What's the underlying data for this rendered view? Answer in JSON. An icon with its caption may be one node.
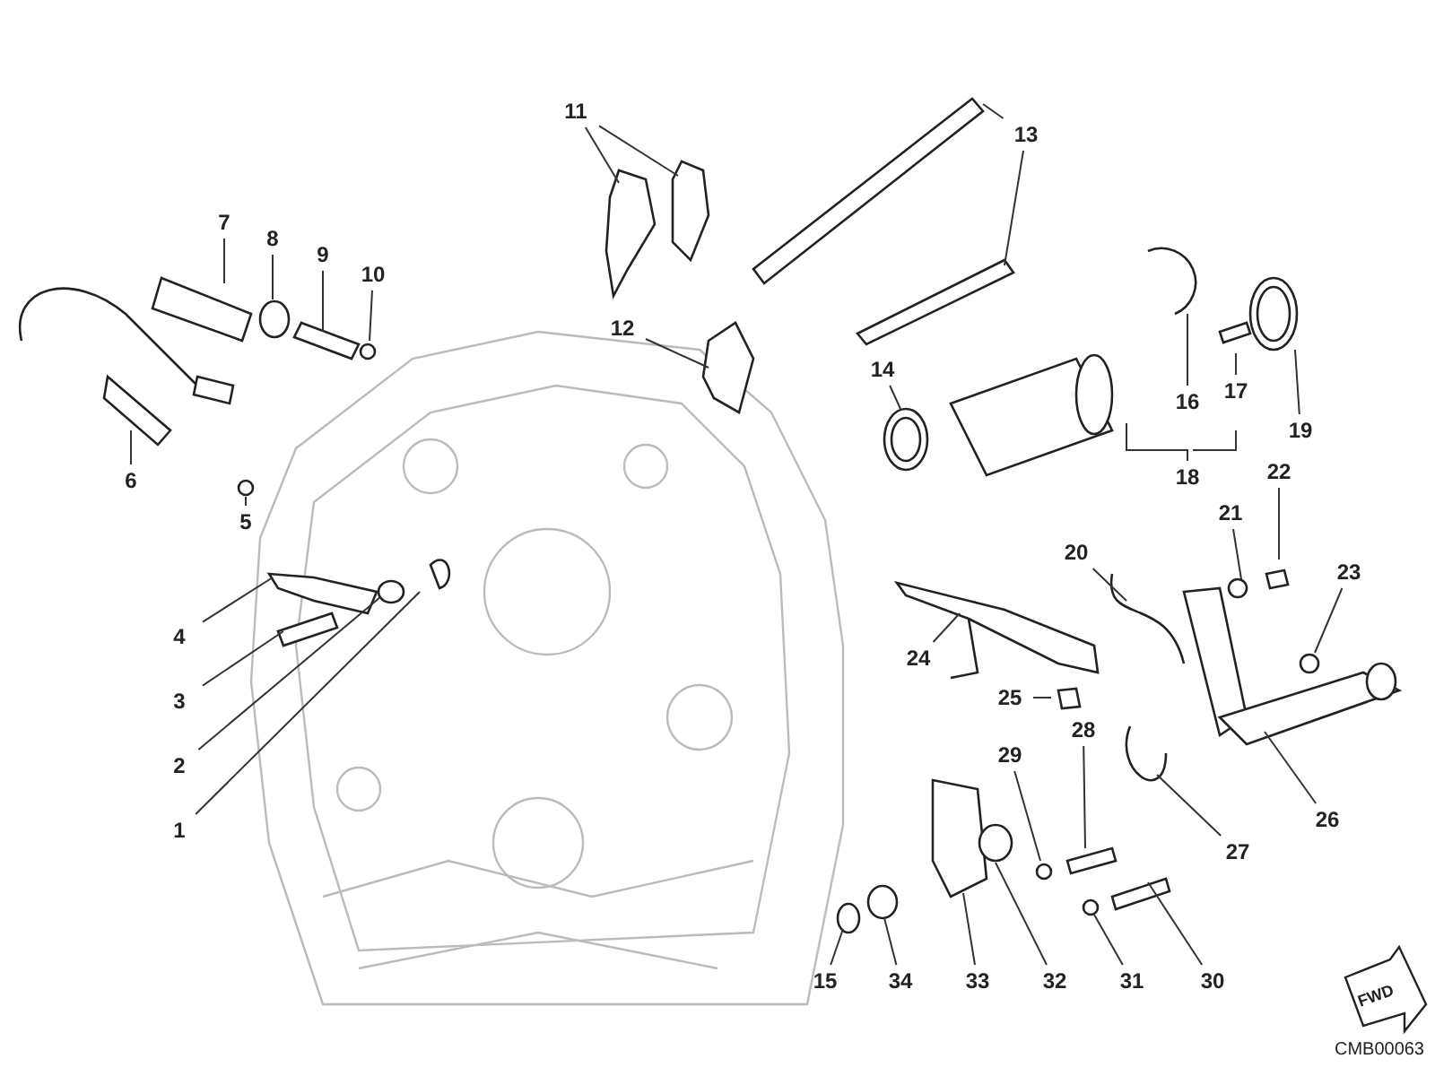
{
  "diagram": {
    "nodes": [
      {
        "text": [
          "11"
        ]
      },
      {
        "text": [
          "13"
        ]
      },
      {
        "text": [
          "7"
        ]
      },
      {
        "text": [
          "8"
        ]
      },
      {
        "text": [
          "9"
        ]
      },
      {
        "text": [
          "10"
        ]
      },
      {
        "text": [
          "12"
        ]
      },
      {
        "text": [
          "14"
        ]
      },
      {
        "text": [
          "16"
        ]
      },
      {
        "text": [
          "17"
        ]
      },
      {
        "text": [
          "19"
        ]
      },
      {
        "text": [
          "18"
        ]
      },
      {
        "text": [
          "6"
        ]
      },
      {
        "text": [
          "22"
        ]
      },
      {
        "text": [
          "21"
        ]
      },
      {
        "text": [
          "5"
        ]
      },
      {
        "text": [
          "20"
        ]
      },
      {
        "text": [
          "23"
        ]
      },
      {
        "text": [
          "4"
        ]
      },
      {
        "text": [
          "24"
        ]
      },
      {
        "text": [
          "25"
        ]
      },
      {
        "text": [
          "3"
        ]
      },
      {
        "text": [
          "2"
        ]
      },
      {
        "text": [
          "26"
        ]
      },
      {
        "text": [
          "28"
        ]
      },
      {
        "text": [
          "29"
        ]
      },
      {
        "text": [
          "27"
        ]
      },
      {
        "text": [
          "1"
        ]
      },
      {
        "text": [
          "15"
        ]
      },
      {
        "text": [
          "34"
        ]
      },
      {
        "text": [
          "33"
        ]
      },
      {
        "text": [
          "32"
        ]
      },
      {
        "text": [
          "31"
        ]
      },
      {
        "text": [
          "30"
        ]
      }
    ],
    "edges": [
      {
        "from": 0,
        "to": null,
        "arrow": "none"
      },
      {
        "from": 0,
        "to": null,
        "arrow": "none"
      },
      {
        "from": 1,
        "to": null,
        "arrow": "none"
      },
      {
        "from": 1,
        "to": null,
        "arrow": "none"
      },
      {
        "from": 2,
        "to": null,
        "arrow": "none"
      },
      {
        "from": 3,
        "to": null,
        "arrow": "none"
      },
      {
        "from": 4,
        "to": null,
        "arrow": "none"
      },
      {
        "from": 5,
        "to": null,
        "arrow": "none"
      },
      {
        "from": 6,
        "to": null,
        "arrow": "none"
      },
      {
        "from": 7,
        "to": null,
        "arrow": "none"
      },
      {
        "from": 8,
        "to": null,
        "arrow": "none"
      },
      {
        "from": 9,
        "to": null,
        "arrow": "none"
      },
      {
        "from": 10,
        "to": null,
        "arrow": "none"
      },
      {
        "from": 11,
        "to": null,
        "arrow": "none"
      },
      {
        "from": 12,
        "to": null,
        "arrow": "none"
      },
      {
        "from": 13,
        "to": null,
        "arrow": "none"
      },
      {
        "from": 14,
        "to": null,
        "arrow": "none"
      },
      {
        "from": 15,
        "to": null,
        "arrow": "none"
      },
      {
        "from": 16,
        "to": null,
        "arrow": "none"
      },
      {
        "from": 17,
        "to": null,
        "arrow": "none"
      },
      {
        "from": 18,
        "to": null,
        "arrow": "none"
      },
      {
        "from": 19,
        "to": null,
        "arrow": "none"
      },
      {
        "from": 20,
        "to": null,
        "arrow": "none"
      },
      {
        "from": 21,
        "to": null,
        "arrow": "none"
      },
      {
        "from": 22,
        "to": null,
        "arrow": "none"
      },
      {
        "from": 23,
        "to": null,
        "arrow": "none"
      },
      {
        "from": 24,
        "to": null,
        "arrow": "none"
      },
      {
        "from": 25,
        "to": null,
        "arrow": "none"
      },
      {
        "from": 26,
        "to": null,
        "arrow": "none"
      },
      {
        "from": 27,
        "to": null,
        "arrow": "none"
      },
      {
        "from": 28,
        "to": null,
        "arrow": "none"
      },
      {
        "from": 29,
        "to": null,
        "arrow": "none"
      },
      {
        "from": 30,
        "to": null,
        "arrow": "none"
      },
      {
        "from": 31,
        "to": null,
        "arrow": "none"
      },
      {
        "from": 32,
        "to": null,
        "arrow": "none"
      },
      {
        "from": 33,
        "to": null,
        "arrow": "none"
      }
    ],
    "labels": [
      "FWD",
      "CMB00063"
    ]
  }
}
